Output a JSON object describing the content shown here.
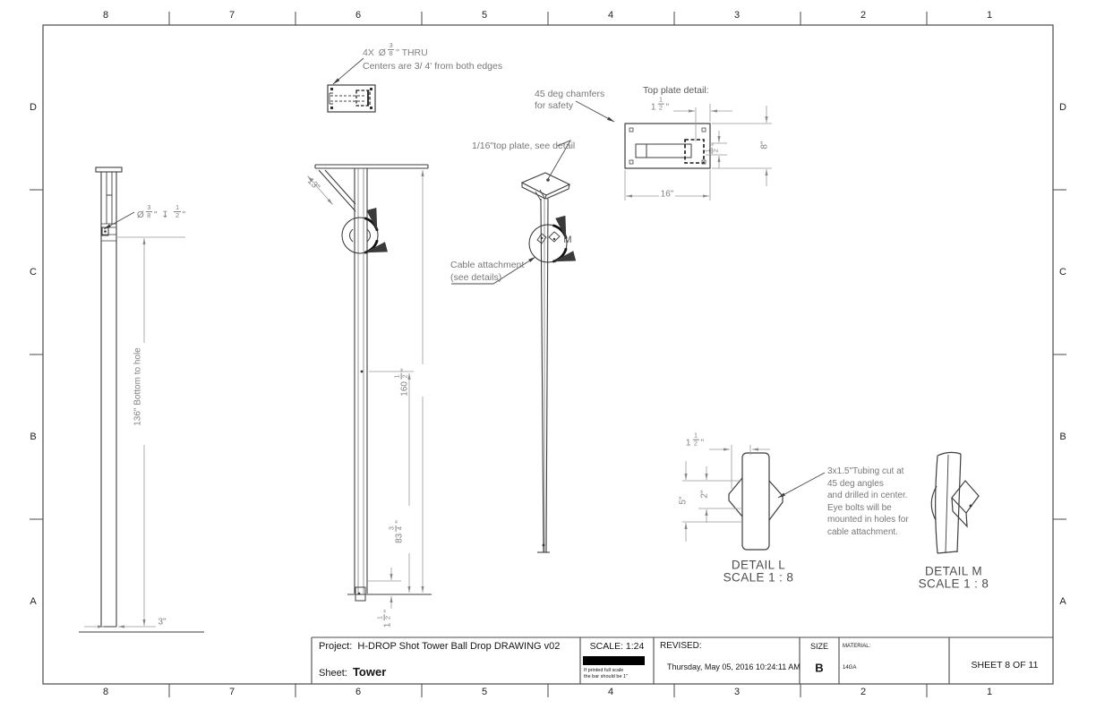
{
  "frame": {
    "top": [
      "8",
      "7",
      "6",
      "5",
      "4",
      "3",
      "2",
      "1"
    ],
    "bottom": [
      "8",
      "7",
      "6",
      "5",
      "4",
      "3",
      "2",
      "1"
    ],
    "left": [
      "D",
      "C",
      "B",
      "A"
    ],
    "right": [
      "D",
      "C",
      "B",
      "A"
    ]
  },
  "notes": {
    "holes": {
      "t1": "4X",
      "dia": "Ø",
      "n": "3",
      "d": "8",
      "t2": "\" THRU"
    },
    "holes_line2": "Centers are 3/ 4' from both edges",
    "chamfer1": "45 deg chamfers",
    "chamfer2": "for safety",
    "topplate": "1/16\"top plate, see detail",
    "topplate_title": "Top plate detail:",
    "cable1": "Cable attachment",
    "cable2": "(see details)",
    "tubing": [
      "3x1.5\"Tubing cut at",
      "45 deg angles",
      "and drilled in center.",
      "Eye bolts will be",
      "mounted in holes for",
      "cable attachment."
    ]
  },
  "dims": {
    "cbore": {
      "dia": "Ø",
      "n1": "3",
      "d1": "8",
      "q1": "\"",
      "depth": "↧",
      "n2": "1",
      "d2": "2",
      "q2": "\""
    },
    "d136": "136\" Bottom to hole",
    "d3": "3\"",
    "d13": "13\"",
    "d160": {
      "w": "160",
      "n": "1",
      "d": "2",
      "q": "\""
    },
    "d83": {
      "w": "83",
      "n": "3",
      "d": "4",
      "q": "\""
    },
    "d1b": {
      "w": "1",
      "n": "1",
      "d": "2",
      "q": "\""
    },
    "tp15": {
      "w": "1",
      "n": "1",
      "d": "2",
      "q": "\""
    },
    "tph": {
      "n": "1",
      "d": "2",
      "q": "\""
    },
    "tp8": "8\"",
    "tp16": "16\"",
    "dl15": {
      "w": "1",
      "n": "1",
      "d": "2",
      "q": "\""
    },
    "dl5": "5\"",
    "dl2": "2\""
  },
  "details": {
    "l_title": "DETAIL L",
    "l_scale": "SCALE 1 : 8",
    "m_title": "DETAIL M",
    "m_scale": "SCALE 1 : 8",
    "m_label": "M"
  },
  "titleblock": {
    "project_label": "Project:",
    "project": "H-DROP Shot Tower Ball Drop DRAWING v02",
    "sheet_label": "Sheet:",
    "sheet": "Tower",
    "scale": "SCALE: 1:24",
    "bar_note1": "If printed full scale",
    "bar_note2": "the bar should be 1\"",
    "revised_label": "REVISED:",
    "revised": "Thursday, May 05, 2016 10:24:11 AM",
    "size_label": "SIZE",
    "size": "B",
    "material_label": "MATERIAL:",
    "material": "14GA",
    "sheet_info": "SHEET 8 OF 11"
  },
  "colors": {
    "line": "#3e3e3e",
    "dim": "#909090",
    "text": "#787878",
    "ink": "#111111"
  }
}
